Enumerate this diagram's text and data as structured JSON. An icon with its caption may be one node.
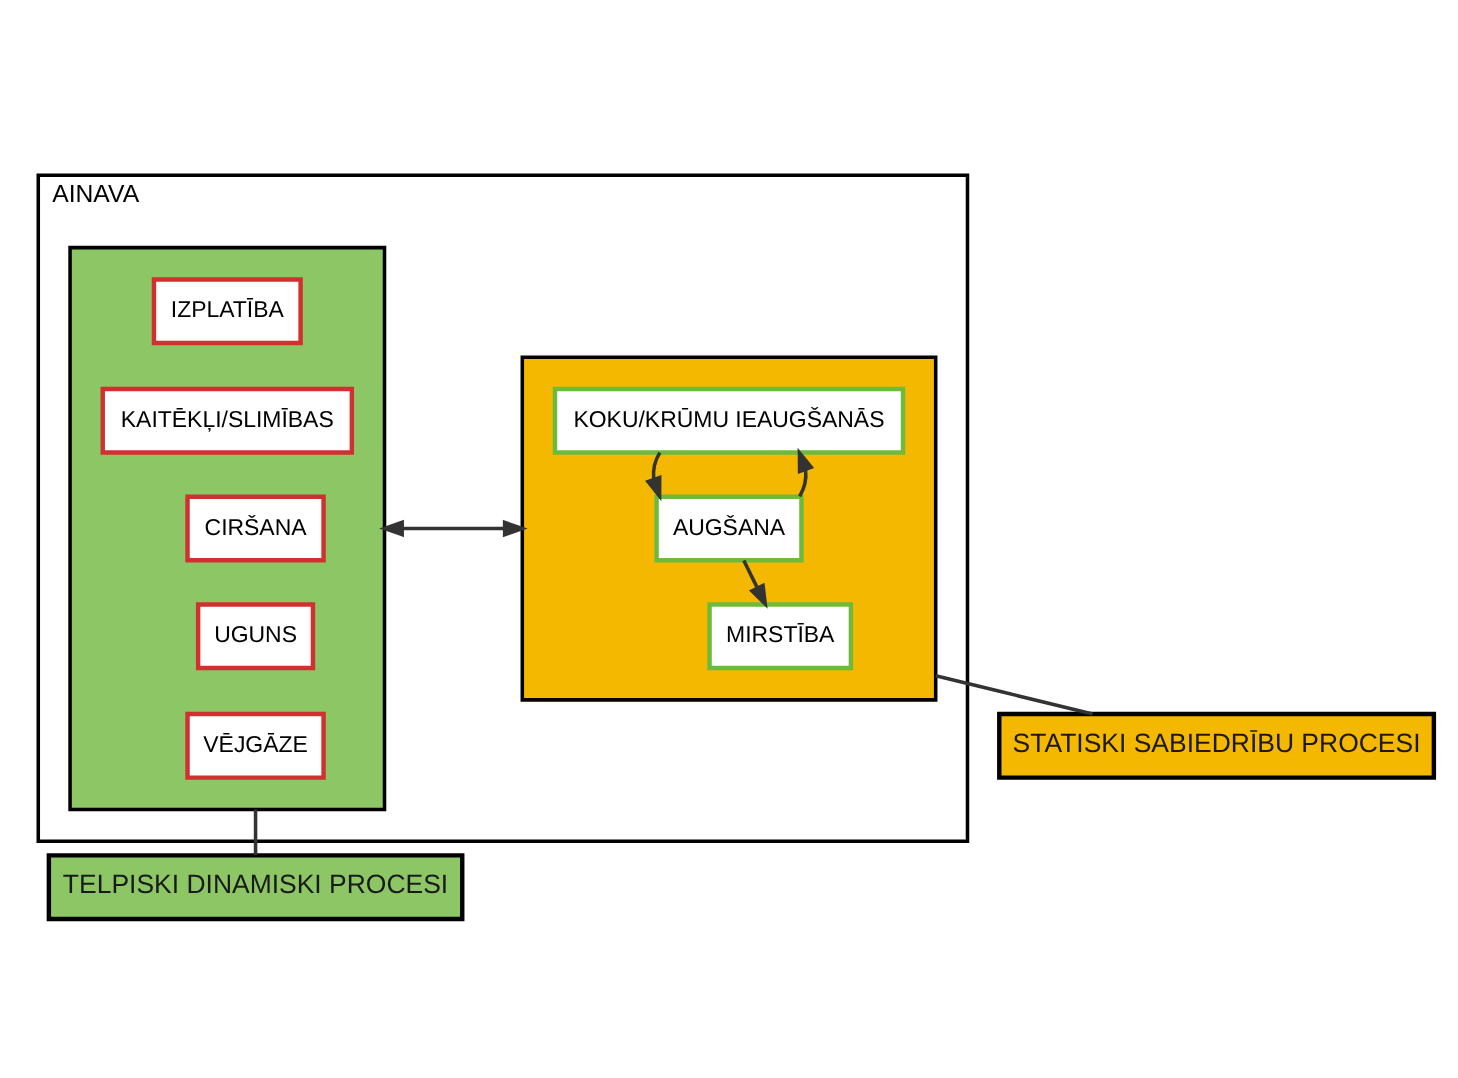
{
  "diagram": {
    "nodes": [
      {
        "text": [
          "AINAVA"
        ]
      },
      {
        "text": [],
        "shape": "box",
        "in": 0
      },
      {
        "text": [
          "IZPLATĪBA"
        ],
        "in": 1
      },
      {
        "text": [
          "KAITĒKĻI/SLIMĪBAS"
        ],
        "in": 1
      },
      {
        "text": [
          "CIRŠANA"
        ],
        "in": 1
      },
      {
        "text": [
          "UGUNS"
        ],
        "in": 1
      },
      {
        "text": [
          "VĒJGĀZE"
        ],
        "in": 1
      },
      {
        "text": [],
        "shape": "box",
        "in": 0
      },
      {
        "text": [
          "KOKU/KRŪMU IEAUGŠANĀS"
        ],
        "in": 7
      },
      {
        "text": [
          "AUGŠANA"
        ],
        "in": 7
      },
      {
        "text": [
          "MIRSTĪBA"
        ],
        "in": 7
      },
      {
        "text": [
          "TELPISKI DINAMISKI PROCESI"
        ]
      },
      {
        "text": [
          "STATISKI SABIEDRĪBU PROCESI"
        ]
      }
    ],
    "edges": [
      {
        "from": 1,
        "to": 7,
        "arrow": "both"
      },
      {
        "from": 8,
        "to": 9,
        "arrow": "to"
      },
      {
        "from": 9,
        "to": 8,
        "arrow": "to"
      },
      {
        "from": 9,
        "to": 10,
        "arrow": "to"
      },
      {
        "from": 1,
        "to": 11,
        "arrow": "none"
      },
      {
        "from": 7,
        "to": 12,
        "arrow": "none"
      }
    ]
  }
}
